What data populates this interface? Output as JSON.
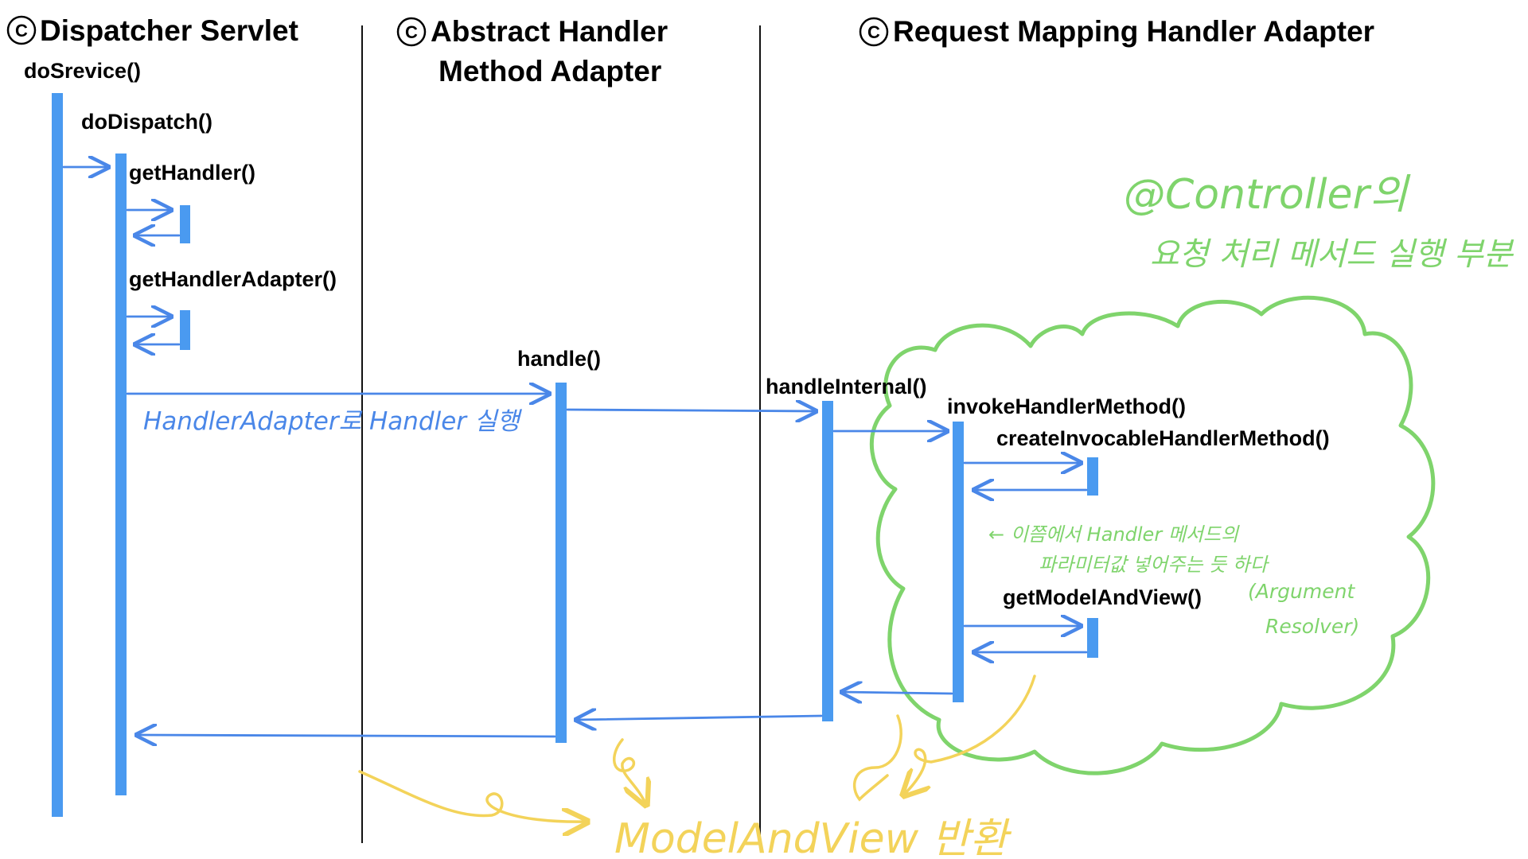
{
  "headers": {
    "dispatcher": "Dispatcher Servlet",
    "abstract_line1": "Abstract Handler",
    "abstract_line2": "Method Adapter",
    "request_mapping": "Request Mapping Handler Adapter",
    "class_mark": "C"
  },
  "methods": {
    "do_service": "doSrevice()",
    "do_dispatch": "doDispatch()",
    "get_handler": "getHandler()",
    "get_handler_adapter": "getHandlerAdapter()",
    "handle": "handle()",
    "handle_internal": "handleInternal()",
    "invoke_handler_method": "invokeHandlerMethod()",
    "create_invocable": "createInvocableHandlerMethod()",
    "get_model_and_view": "getModelAndView()"
  },
  "notes": {
    "handler_adapter_exec": "HandlerAdapter로 Handler 실행",
    "controller_line1": "@Controller의",
    "controller_line2": "요청 처리 메서드 실행 부분",
    "param_line1": "← 이쯤에서 Handler 메서드의",
    "param_line2": "파라미터값 넣어주는 듯 하다",
    "arg_resolver_line1": "(Argument",
    "arg_resolver_line2": "Resolver)",
    "model_and_view_return": "ModelAndView 반환"
  },
  "colors": {
    "activation": "#4a9af0",
    "arrow": "#4a87e8",
    "green": "#7fd46c",
    "yellow": "#f3d35a",
    "lifeline": "#111111"
  }
}
